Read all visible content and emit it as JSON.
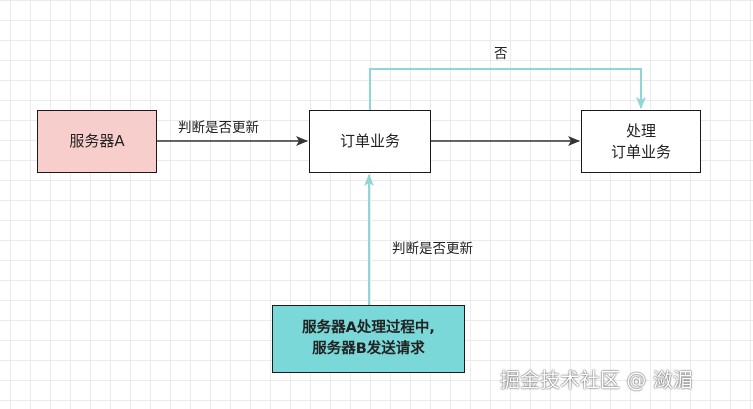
{
  "nodes": {
    "server_a": {
      "label": "服务器A",
      "fill": "#f8cecc"
    },
    "order": {
      "label": "订单业务",
      "fill": "#ffffff"
    },
    "process": {
      "line1": "处理",
      "line2": "订单业务",
      "fill": "#ffffff"
    },
    "request": {
      "line1": "服务器A处理过程中,",
      "line2": "服务器B发送请求",
      "fill": "#7ad8d8"
    }
  },
  "edges": {
    "server_to_order_label": "判断是否更新",
    "order_to_process_no_label": "否",
    "request_to_order_label": "判断是否更新",
    "dark_color": "#333333",
    "accent_color": "#8fd6d6"
  },
  "watermark": "掘金技术社区 @ 潋湄"
}
